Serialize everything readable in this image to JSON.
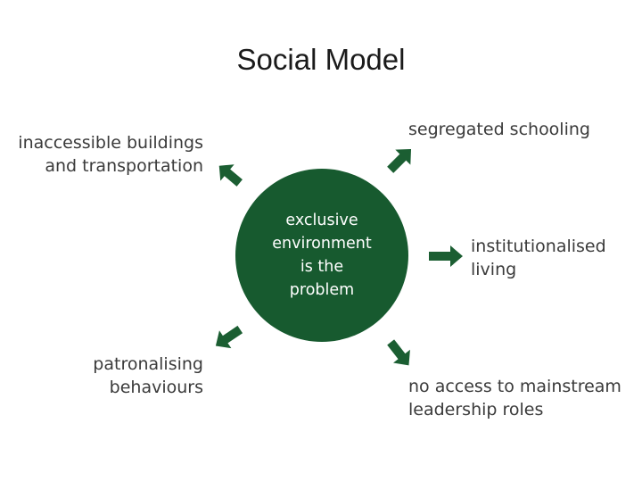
{
  "title": "Social Model",
  "center": {
    "lines": [
      "exclusive",
      "environment",
      "is the",
      "problem"
    ]
  },
  "outcomes": [
    {
      "lines": [
        "inaccessible buildings",
        "and transportation"
      ]
    },
    {
      "lines": [
        "segregated schooling"
      ]
    },
    {
      "lines": [
        "institutionalised",
        "living"
      ]
    },
    {
      "lines": [
        "patronalising",
        "behaviours"
      ]
    },
    {
      "lines": [
        "no access to mainstream",
        "leadership roles"
      ]
    }
  ],
  "colors": {
    "circle": "#175a2f",
    "arrow": "#1b5e32",
    "text": "#3a3a3a"
  }
}
